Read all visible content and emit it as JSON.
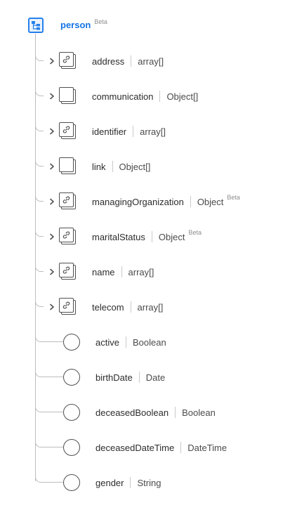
{
  "root": {
    "label": "person",
    "badge": "Beta",
    "icon": "schema-tree-icon",
    "accent": "#1473e6"
  },
  "fields": [
    {
      "name": "address",
      "type": "array[]",
      "kind": "object",
      "icon": "link-icon",
      "badge": ""
    },
    {
      "name": "communication",
      "type": "Object[]",
      "kind": "object",
      "icon": "",
      "badge": ""
    },
    {
      "name": "identifier",
      "type": "array[]",
      "kind": "object",
      "icon": "link-icon",
      "badge": ""
    },
    {
      "name": "link",
      "type": "Object[]",
      "kind": "object",
      "icon": "",
      "badge": ""
    },
    {
      "name": "managingOrganization",
      "type": "Object",
      "kind": "object",
      "icon": "link-icon",
      "badge": "Beta"
    },
    {
      "name": "maritalStatus",
      "type": "Object",
      "kind": "object",
      "icon": "link-icon",
      "badge": "Beta"
    },
    {
      "name": "name",
      "type": "array[]",
      "kind": "object",
      "icon": "link-icon",
      "badge": ""
    },
    {
      "name": "telecom",
      "type": "array[]",
      "kind": "object",
      "icon": "link-icon",
      "badge": ""
    },
    {
      "name": "active",
      "type": "Boolean",
      "kind": "leaf",
      "icon": "",
      "badge": ""
    },
    {
      "name": "birthDate",
      "type": "Date",
      "kind": "leaf",
      "icon": "",
      "badge": ""
    },
    {
      "name": "deceasedBoolean",
      "type": "Boolean",
      "kind": "leaf",
      "icon": "",
      "badge": ""
    },
    {
      "name": "deceasedDateTime",
      "type": "DateTime",
      "kind": "leaf",
      "icon": "",
      "badge": ""
    },
    {
      "name": "gender",
      "type": "String",
      "kind": "leaf",
      "icon": "",
      "badge": ""
    }
  ]
}
